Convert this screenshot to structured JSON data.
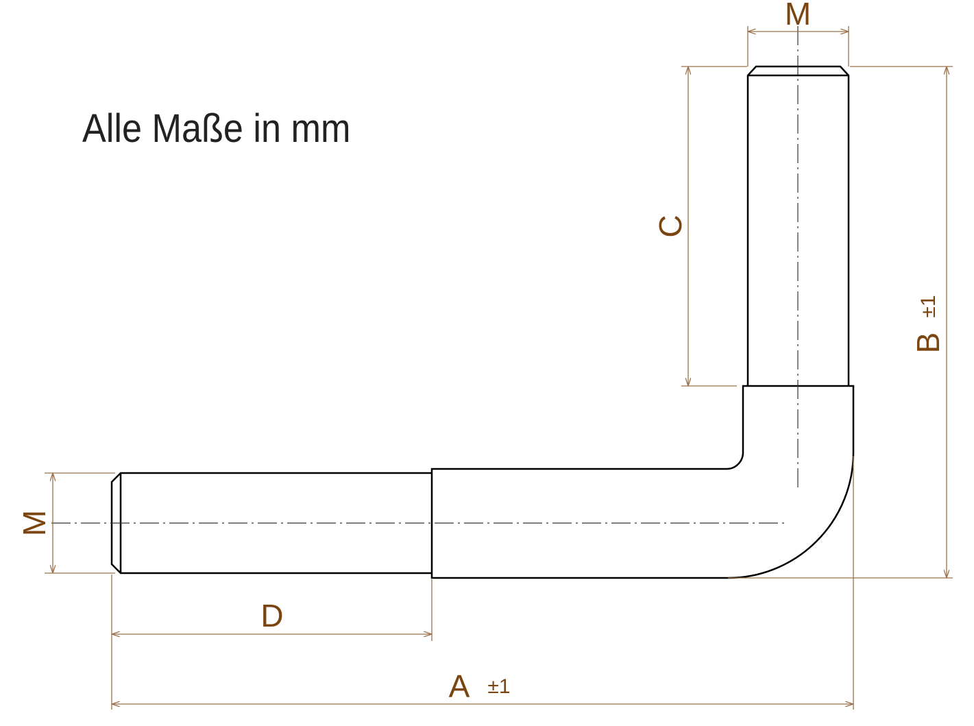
{
  "note": "Alle Maße in mm",
  "dimensions": {
    "top_diameter": "M",
    "side_diameter": "M",
    "C": "C",
    "B": "B",
    "B_tolerance": "±1",
    "D": "D",
    "A": "A",
    "A_tolerance": "±1"
  },
  "colors": {
    "dimension_text": "#7a4510",
    "dimension_line": "#9a7048",
    "part_outline": "#000000"
  }
}
